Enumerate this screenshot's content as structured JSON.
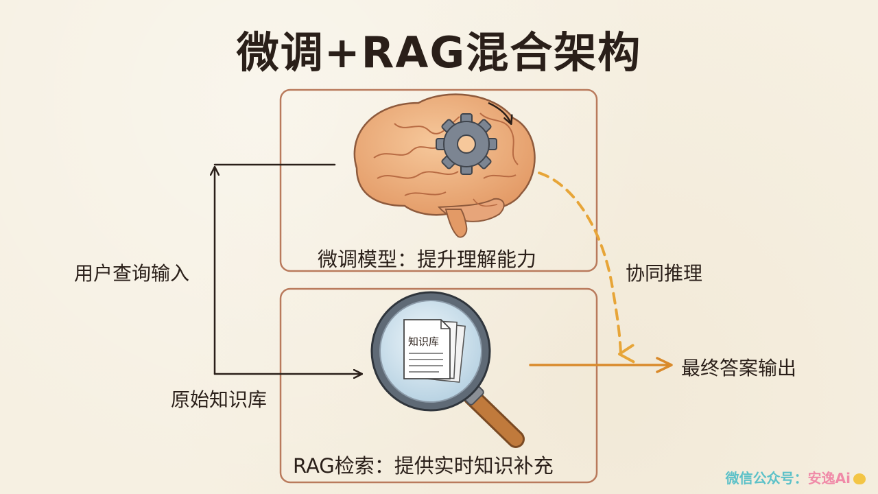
{
  "title": "微调+RAG混合架构",
  "nodes": {
    "finetune_caption": "微调模型：提升理解能力",
    "rag_caption": "RAG检索：提供实时知识补充",
    "knowledge_doc_label": "知识库"
  },
  "edges": {
    "user_query_label": "用户查询输入",
    "raw_kb_label": "原始知识库",
    "collab_label": "协同推理",
    "output_label": "最终答案输出"
  },
  "watermark": {
    "prefix": "微信公众号：",
    "brand": "安逸Ai"
  },
  "colors": {
    "background": "#f6f0e2",
    "frame": "#b97a5c",
    "ink": "#2a1f19",
    "brain": "#f0b584",
    "brain_shade": "#d9895b",
    "gear": "#7c8592",
    "lens": "#cfe3ee",
    "handle": "#c07a3c",
    "dashed_arrow": "#e7a538",
    "output_arrow": "#d98a2b"
  }
}
